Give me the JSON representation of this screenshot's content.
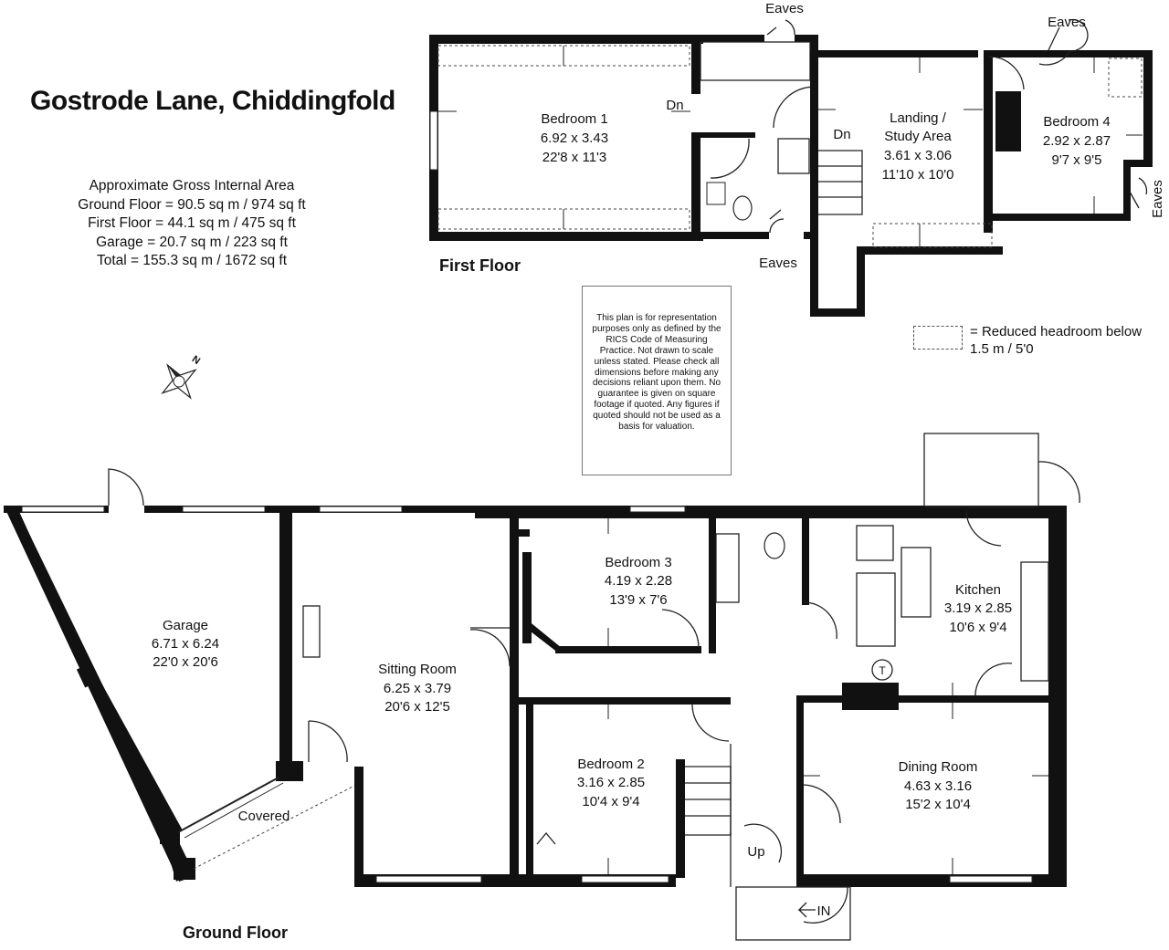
{
  "title": "Gostrode Lane, Chiddingfold",
  "areas": {
    "heading": "Approximate Gross Internal Area",
    "lines": [
      "Ground Floor = 90.5 sq m / 974 sq ft",
      "First Floor = 44.1 sq m / 475 sq ft",
      "Garage = 20.7 sq m / 223 sq ft",
      "Total = 155.3 sq m / 1672 sq ft"
    ]
  },
  "floors": {
    "first": "First Floor",
    "ground": "Ground Floor"
  },
  "disclaimer": "This plan is for representation purposes only as defined by the RICS Code of Measuring Practice. Not drawn to scale unless stated. Please check all dimensions before making any decisions reliant upon them. No guarantee is given on square footage if quoted. Any figures if quoted should not be used as a basis for valuation.",
  "legend": {
    "symbol": "=",
    "text": "Reduced headroom below 1.5 m / 5'0"
  },
  "compass": {
    "north": "N"
  },
  "rooms": {
    "bedroom1": {
      "name": "Bedroom 1",
      "metric": "6.92 x 3.43",
      "imperial": "22'8 x 11'3"
    },
    "landing": {
      "name1": "Landing /",
      "name2": "Study Area",
      "metric": "3.61 x 3.06",
      "imperial": "11'10 x 10'0"
    },
    "bedroom4": {
      "name": "Bedroom 4",
      "metric": "2.92 x 2.87",
      "imperial": "9'7 x 9'5"
    },
    "garage": {
      "name": "Garage",
      "metric": "6.71 x 6.24",
      "imperial": "22'0 x 20'6"
    },
    "sitting": {
      "name": "Sitting Room",
      "metric": "6.25 x 3.79",
      "imperial": "20'6 x 12'5"
    },
    "bedroom3": {
      "name": "Bedroom 3",
      "metric": "4.19 x 2.28",
      "imperial": "13'9 x 7'6"
    },
    "kitchen": {
      "name": "Kitchen",
      "metric": "3.19 x 2.85",
      "imperial": "10'6 x 9'4"
    },
    "bedroom2": {
      "name": "Bedroom 2",
      "metric": "3.16 x 2.85",
      "imperial": "10'4 x 9'4"
    },
    "dining": {
      "name": "Dining Room",
      "metric": "4.63 x 3.16",
      "imperial": "15'2 x 10'4"
    }
  },
  "annotations": {
    "eaves": "Eaves",
    "dn": "Dn",
    "up": "Up",
    "entrance": "IN",
    "covered": "Covered",
    "boiler": "T"
  }
}
